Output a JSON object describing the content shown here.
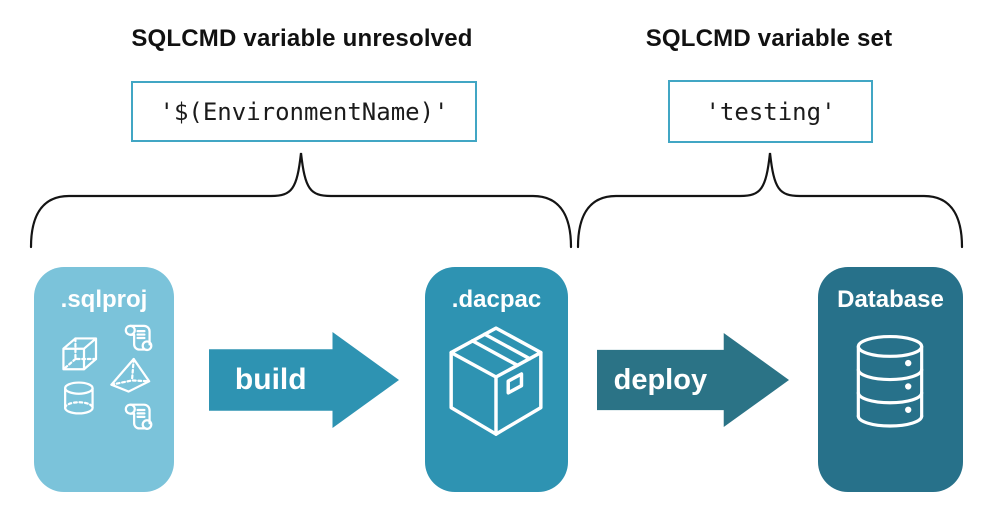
{
  "annotations": {
    "unresolved": {
      "heading": "SQLCMD variable unresolved",
      "code": "'$(EnvironmentName)'"
    },
    "set": {
      "heading": "SQLCMD variable set",
      "code": "'testing'"
    }
  },
  "pipeline": {
    "nodes": [
      {
        "label": ".sqlproj",
        "icon": "sql-project-objects-icon",
        "color": "#7BC3DA"
      },
      {
        "label": ".dacpac",
        "icon": "package-box-icon",
        "color": "#2E93B2"
      },
      {
        "label": "Database",
        "icon": "database-cylinder-icon",
        "color": "#27718A"
      }
    ],
    "arrows": [
      {
        "label": "build",
        "color": "#2E93B2"
      },
      {
        "label": "deploy",
        "color": "#2B7386"
      }
    ]
  },
  "colors": {
    "background": "#FFFFFF",
    "code_box_border": "#41A6C4",
    "heading_text": "#111111",
    "brace_stroke": "#141414",
    "card_text": "#FFFFFF"
  }
}
